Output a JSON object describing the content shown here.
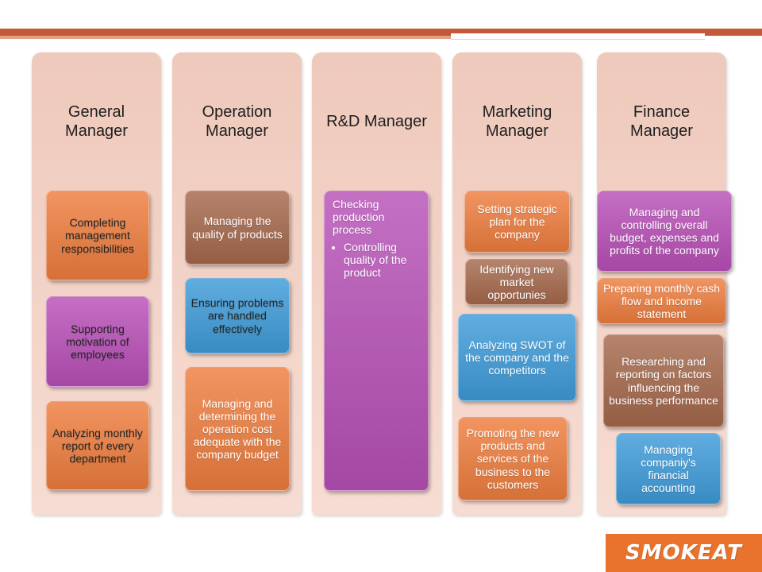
{
  "palette": {
    "column_bg": "#f3cdbf",
    "rule": "#c4593a",
    "rule_accent": "#e2a083",
    "logo_bg": "#e9732d",
    "title_ink": "#1e1e1e"
  },
  "slide": {
    "columns": [
      {
        "title": "General Manager",
        "boxes": [
          {
            "text": "Completing management responsibilities",
            "fill": "#ee7d3e",
            "ink": "#262626"
          },
          {
            "text": "Supporting motivation of employees",
            "fill": "#b84fb7",
            "ink": "#262626"
          },
          {
            "text": "Analyzing monthly report of every department",
            "fill": "#ee7d3e",
            "ink": "#262626"
          }
        ]
      },
      {
        "title": "Operation Manager",
        "boxes": [
          {
            "text": "Managing the quality of products",
            "fill": "#a5684c",
            "ink": "#ffffff"
          },
          {
            "text": "Ensuring problems are handled effectively",
            "fill": "#3e9bd9",
            "ink": "#262626"
          },
          {
            "text": "Managing and determining the operation cost adequate with the company budget",
            "fill": "#ee7d3e",
            "ink": "#ffffff"
          }
        ]
      },
      {
        "title": "R&D Manager",
        "boxes": [
          {
            "text": "Checking production process",
            "bullets": [
              "Controlling quality of the product"
            ],
            "fill": "#b650b6",
            "ink": "#ffffff"
          }
        ]
      },
      {
        "title": "Marketing Manager",
        "boxes": [
          {
            "text": "Setting strategic plan for the company",
            "fill": "#ee7d3e",
            "ink": "#ffffff"
          },
          {
            "text": "Identifying new market opportunies",
            "fill": "#a5684c",
            "ink": "#ffffff"
          },
          {
            "text": "Analyzing SWOT of the company and the competitors",
            "fill": "#3e9bd9",
            "ink": "#ffffff"
          },
          {
            "text": "Promoting the new products and services of the business to the customers",
            "fill": "#ee7d3e",
            "ink": "#ffffff"
          }
        ]
      },
      {
        "title": "Finance Manager",
        "boxes": [
          {
            "text": "Managing and controlling overall budget, expenses and profits of the company",
            "fill": "#b84fb7",
            "ink": "#ffffff"
          },
          {
            "text": "Preparing monthly cash flow and income statement",
            "fill": "#ee7d3e",
            "ink": "#ffffff"
          },
          {
            "text": "Researching and reporting on factors influencing the business performance",
            "fill": "#a5684c",
            "ink": "#ffffff"
          },
          {
            "text": "Managing companiy's financial accounting",
            "fill": "#3e9bd9",
            "ink": "#ffffff"
          }
        ]
      }
    ]
  },
  "logo": {
    "text": "SMOKEAT"
  }
}
